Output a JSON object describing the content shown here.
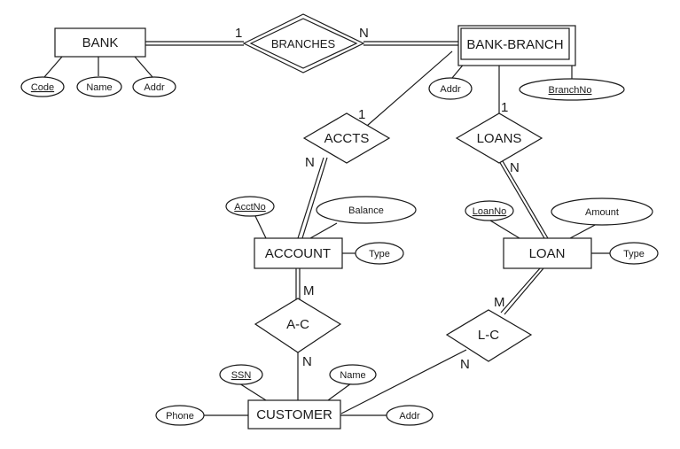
{
  "entities": {
    "bank": "BANK",
    "bank_branch": "BANK-BRANCH",
    "account": "ACCOUNT",
    "loan": "LOAN",
    "customer": "CUSTOMER"
  },
  "relationships": {
    "branches": "BRANCHES",
    "accts": "ACCTS",
    "loans": "LOANS",
    "ac": "A-C",
    "lc": "L-C"
  },
  "attributes": {
    "bank_code": "Code",
    "bank_name": "Name",
    "bank_addr": "Addr",
    "branch_addr": "Addr",
    "branch_no": "BranchNo",
    "acct_no": "AcctNo",
    "balance": "Balance",
    "account_type": "Type",
    "loan_no": "LoanNo",
    "amount": "Amount",
    "loan_type": "Type",
    "ssn": "SSN",
    "customer_name": "Name",
    "phone": "Phone",
    "customer_addr": "Addr"
  },
  "cardinalities": {
    "branches_bank": "1",
    "branches_branch": "N",
    "accts_branch": "1",
    "accts_account": "N",
    "loans_branch": "1",
    "loans_loan": "N",
    "ac_account": "M",
    "ac_customer": "N",
    "lc_loan": "M",
    "lc_customer": "N"
  }
}
